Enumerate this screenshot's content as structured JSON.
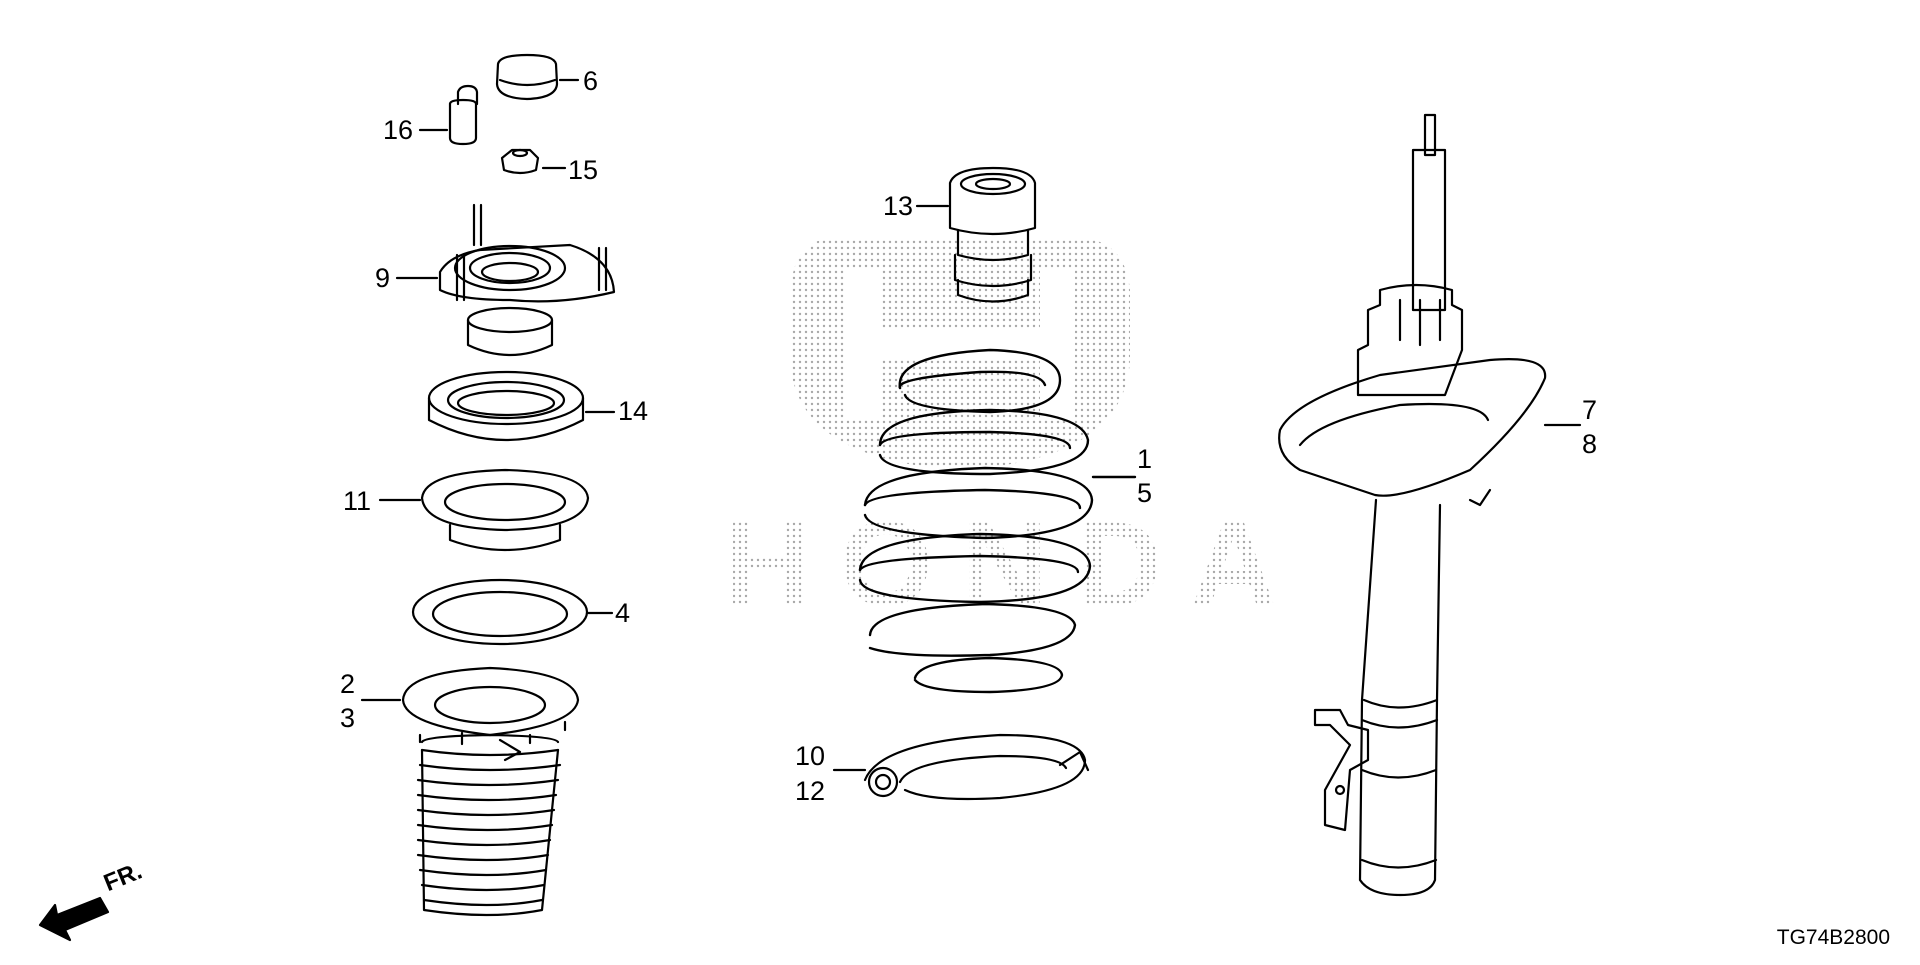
{
  "diagram": {
    "callouts": {
      "p1": "1",
      "p5": "5",
      "p2": "2",
      "p3": "3",
      "p4": "4",
      "p6": "6",
      "p7": "7",
      "p8": "8",
      "p9": "9",
      "p10": "10",
      "p12": "12",
      "p11": "11",
      "p13": "13",
      "p14": "14",
      "p15": "15",
      "p16": "16"
    },
    "direction_label": "FR.",
    "drawing_code": "TG74B2800",
    "watermark_text": "HONDA",
    "colors": {
      "line": "#000000",
      "watermark_dots": "#9a9a9a",
      "background": "#ffffff"
    }
  }
}
